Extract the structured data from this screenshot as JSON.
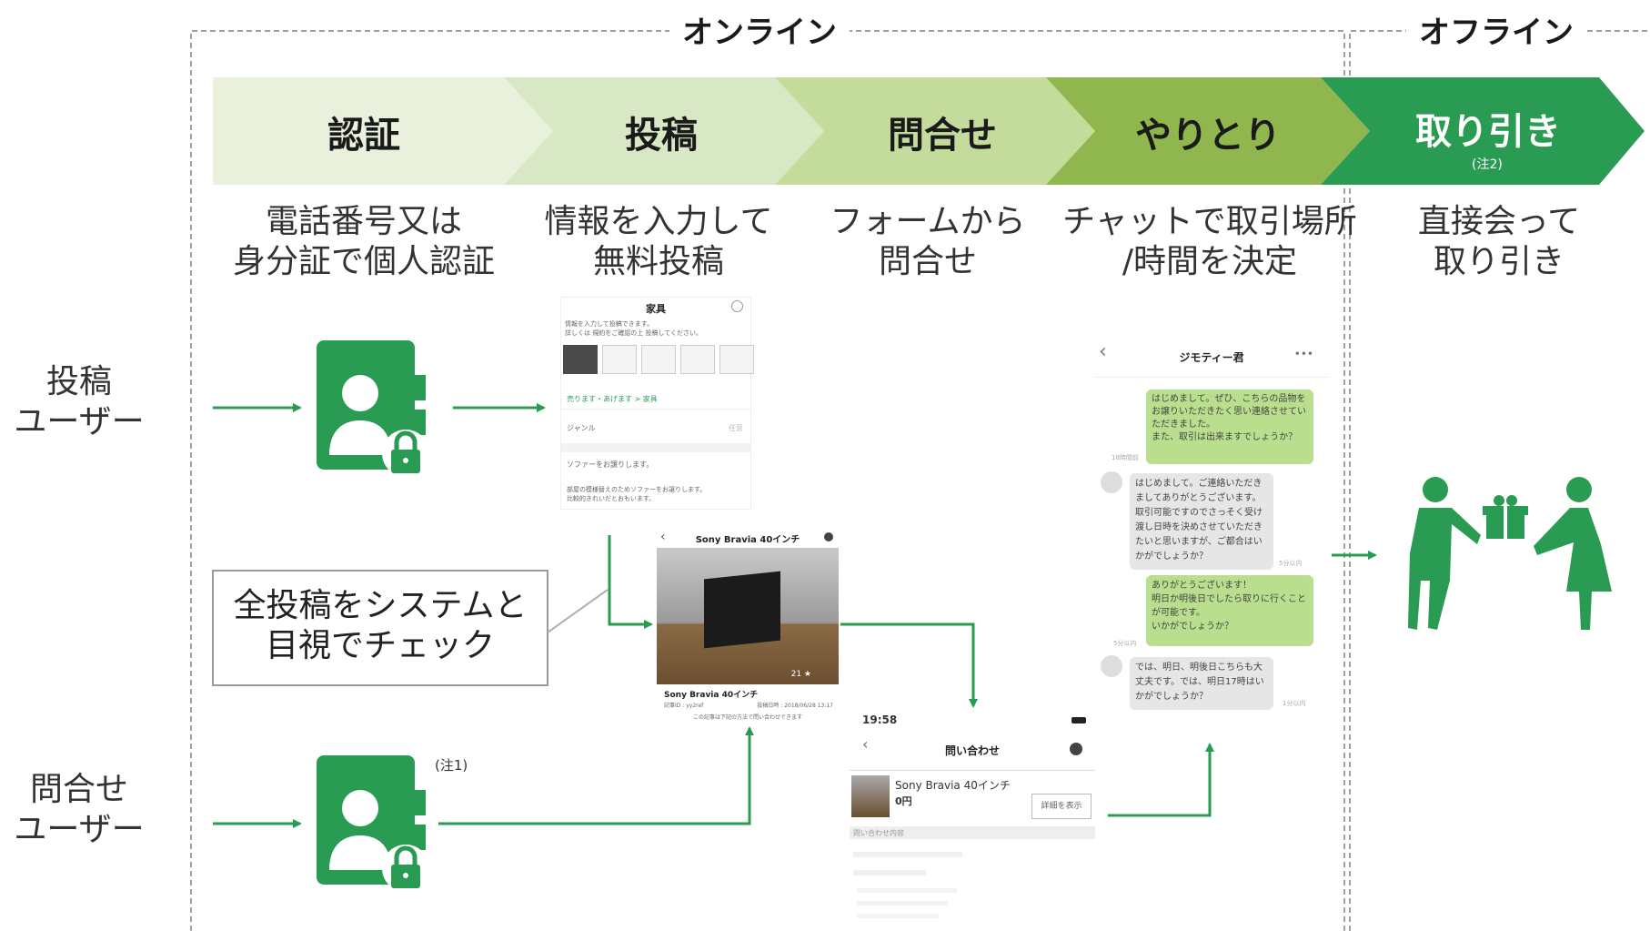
{
  "sections": {
    "online": "オンライン",
    "offline": "オフライン"
  },
  "steps": [
    {
      "label": "認証",
      "color": "#e9f1dc"
    },
    {
      "label": "投稿",
      "color": "#d9e8c4"
    },
    {
      "label": "問合せ",
      "color": "#c4dc9b"
    },
    {
      "label": "やりとり",
      "color": "#8fb74d"
    },
    {
      "label": "取り引き",
      "color": "#2a9b53",
      "note": "(注2)"
    }
  ],
  "descriptions": [
    {
      "line1": "電話番号又は",
      "line2": "身分証で個人認証"
    },
    {
      "line1": "情報を入力して",
      "line2": "無料投稿"
    },
    {
      "line1": "フォームから",
      "line2": "問合せ"
    },
    {
      "line1": "チャットで取引場所",
      "line2": "/時間を決定"
    },
    {
      "line1": "直接会って",
      "line2": "取り引き"
    }
  ],
  "rows": {
    "poster": {
      "line1": "投稿",
      "line2": "ユーザー"
    },
    "inquirer": {
      "line1": "問合せ",
      "line2": "ユーザー",
      "note": "(注1)"
    }
  },
  "check_box": {
    "line1": "全投稿をシステムと",
    "line2": "目視でチェック"
  },
  "screens": {
    "post_form": {
      "title": "家具",
      "notice_1": "情報を入力して投稿できます。",
      "notice_2": "詳しくは 規約をご確認の上 投稿してください。",
      "category": "売ります・あげます > 家具",
      "genre_label": "ジャンル",
      "genre_value": "任意",
      "body_1": "ソファーをお譲りします。",
      "body_2": "部屋の模様替えのためソファーをお譲りします。",
      "body_3": "比較的きれいだとおもいます。"
    },
    "listing": {
      "title": "Sony Bravia 40インチ",
      "item_name": "Sony Bravia 40インチ",
      "meta_left": "記事ID : yy2ref",
      "meta_right": "投稿日時 : 2018/06/28 13:17",
      "footer": "この記事は下記の方法で問い合わせできます",
      "likes": "21 ★"
    },
    "inquiry": {
      "time": "19:58",
      "title": "問い合わせ",
      "item": "Sony Bravia 40インチ",
      "price": "0円",
      "button": "詳細を表示",
      "section": "問い合わせ内容"
    },
    "chat": {
      "title": "ジモティー君",
      "msg1": [
        "はじめまして。ぜひ、こちらの品物を",
        "お譲りいただきたく思い連絡させてい",
        "ただきました。",
        "また、取引は出来ますでしょうか？"
      ],
      "time1": "18時間前",
      "msg2": [
        "はじめまして。ご連絡いただき",
        "ましてありがとうございます。",
        "取引可能ですのでさっそく受け",
        "渡し日時を決めさせていただき",
        "たいと思いますが、ご都合はい",
        "かがでしょうか？"
      ],
      "time2": "5分以内",
      "msg3": [
        "ありがとうございます！",
        "明日か明後日でしたら取りに行くこと",
        "が可能です。",
        "いかがでしょうか？"
      ],
      "time3": "5分以内",
      "msg4": [
        "では、明日、明後日こちらも大",
        "丈夫です。では、明日17時はい",
        "かがでしょうか？"
      ],
      "time4": "1分以内"
    }
  },
  "colors": {
    "arrow": "#2a9b53",
    "icon": "#2a9b53",
    "dash": "#9a9a9a"
  }
}
